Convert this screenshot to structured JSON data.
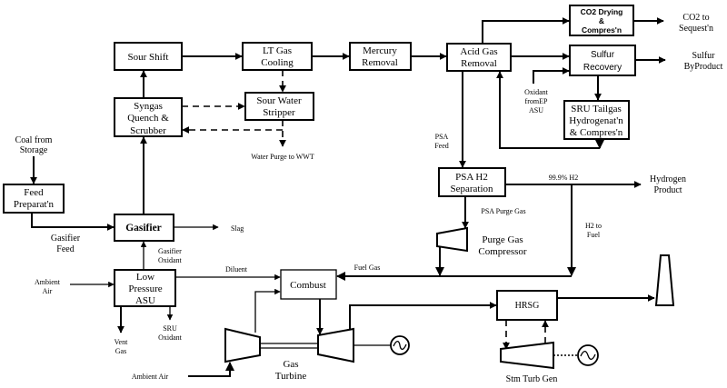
{
  "diagram": {
    "blocks": {
      "sour_shift": [
        "Sour Shift"
      ],
      "lt_gas_cooling": [
        "LT Gas",
        "Cooling"
      ],
      "mercury_removal": [
        "Mercury",
        "Removal"
      ],
      "acid_gas_removal": [
        "Acid Gas",
        "Removal"
      ],
      "co2_drying": [
        "CO2 Drying",
        "&",
        "Compres'n"
      ],
      "sulfur_recovery": [
        "Sulfur",
        "Recovery"
      ],
      "sru_tailgas": [
        "SRU Tailgas",
        "Hydrogenat'n",
        "& Compres'n"
      ],
      "syngas_quench": [
        "Syngas",
        "Quench &",
        "Scrubber"
      ],
      "sour_water_stripper": [
        "Sour Water",
        "Stripper"
      ],
      "feed_preparation": [
        "Feed",
        "Preparat'n"
      ],
      "gasifier": [
        "Gasifier"
      ],
      "low_pressure_asu": [
        "Low",
        "Pressure",
        "ASU"
      ],
      "psa_h2_separation": [
        "PSA H2",
        "Separation"
      ],
      "combust": [
        "Combust"
      ],
      "hrsg": [
        "HRSG"
      ]
    },
    "equipment": {
      "purge_gas_compressor": [
        "Purge Gas",
        "Compressor"
      ],
      "gas_turbine": [
        "Gas",
        "Turbine"
      ],
      "steam_turbine_generator": [
        "Stm Turb Gen"
      ]
    },
    "streams": {
      "coal_from_storage": [
        "Coal from",
        "Storage"
      ],
      "gasifier_feed": [
        "Gasifier",
        "Feed"
      ],
      "slag": [
        "Slag"
      ],
      "gasifier_oxidant": [
        "Gasifier",
        "Oxidant"
      ],
      "ambient_air_asu": [
        "Ambient",
        "Air"
      ],
      "vent_gas": [
        "Vent",
        "Gas"
      ],
      "sru_oxidant": [
        "SRU",
        "Oxidant"
      ],
      "diluent": [
        "Diluent"
      ],
      "ambient_air_gt": [
        "Ambient Air"
      ],
      "fuel_gas": [
        "Fuel Gas"
      ],
      "water_purge": [
        "Water Purge to WWT"
      ],
      "psa_feed": [
        "PSA",
        "Feed"
      ],
      "psa_purge_gas": [
        "PSA Purge Gas"
      ],
      "h2_purity": [
        "99.9% H2"
      ],
      "hydrogen_product": [
        "Hydrogen",
        "Product"
      ],
      "h2_to_fuel": [
        "H2 to",
        "Fuel"
      ],
      "co2_to_sequestration": [
        "CO2 to",
        "Sequest'n"
      ],
      "sulfur_byproduct": [
        "Sulfur",
        "ByProduct"
      ],
      "oxidant_from_ep_asu": [
        "Oxidant",
        "fromEP",
        "ASU"
      ]
    }
  }
}
